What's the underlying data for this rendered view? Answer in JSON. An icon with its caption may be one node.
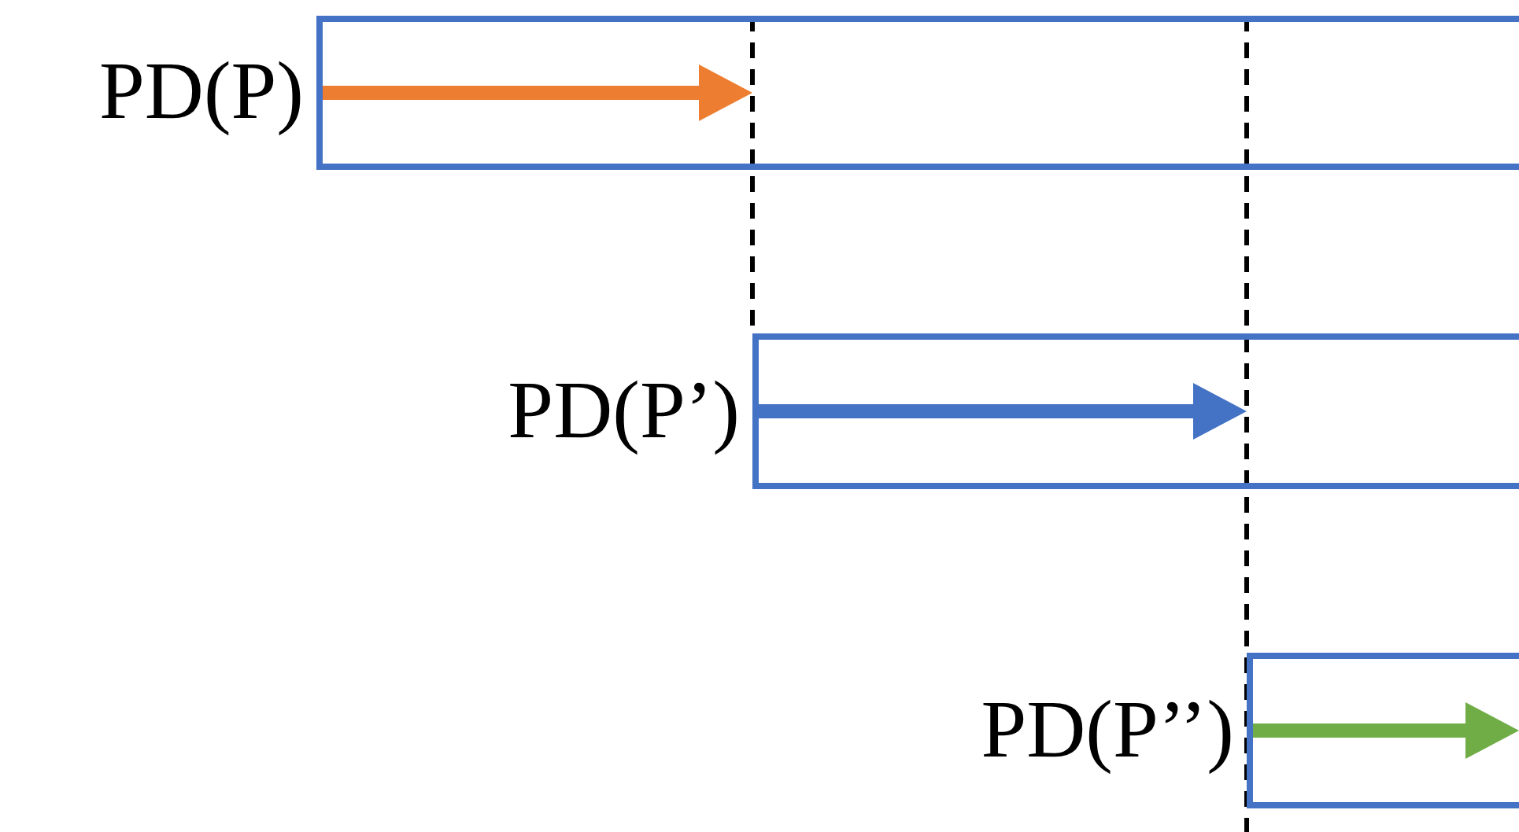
{
  "diagram": {
    "nodes": [
      {
        "text": [
          "PD(P)"
        ]
      },
      {
        "text": [
          "PD(P’)"
        ]
      },
      {
        "text": [
          "PD(P’’)"
        ]
      }
    ]
  }
}
